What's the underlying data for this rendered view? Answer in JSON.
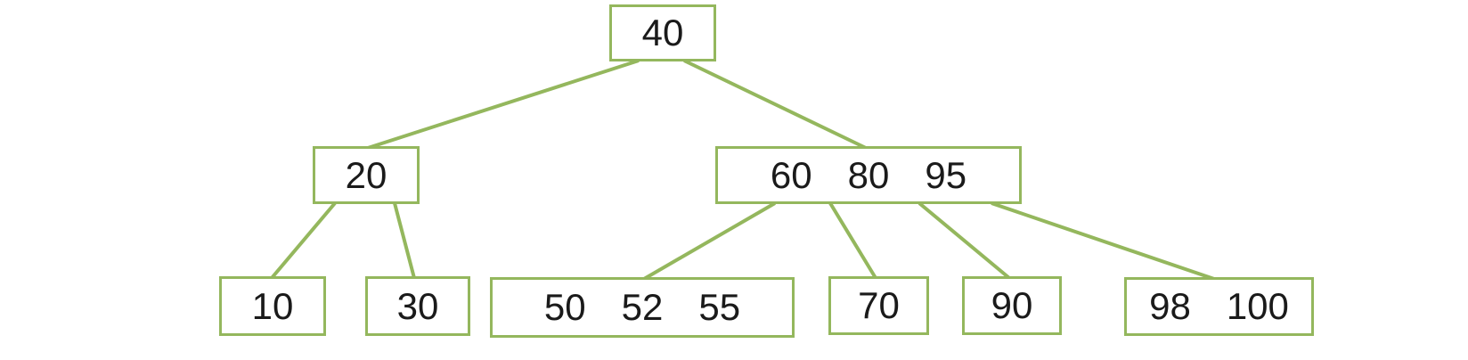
{
  "diagram": {
    "type": "b-tree",
    "background_color": "#ffffff",
    "accent_color": "#94b75d",
    "text_color": "#1a1a1a",
    "nodes": [
      {
        "id": "40",
        "level": 0,
        "keys": [
          "40"
        ]
      },
      {
        "id": "20",
        "level": 1,
        "keys": [
          "20"
        ]
      },
      {
        "id": "60-80-95",
        "level": 1,
        "keys": [
          "60",
          "80",
          "95"
        ]
      },
      {
        "id": "10",
        "level": 2,
        "keys": [
          "10"
        ]
      },
      {
        "id": "30",
        "level": 2,
        "keys": [
          "30"
        ]
      },
      {
        "id": "50-52-55",
        "level": 2,
        "keys": [
          "50",
          "52",
          "55"
        ]
      },
      {
        "id": "70",
        "level": 2,
        "keys": [
          "70"
        ]
      },
      {
        "id": "90",
        "level": 2,
        "keys": [
          "90"
        ]
      },
      {
        "id": "98-100",
        "level": 2,
        "keys": [
          "98",
          "100"
        ]
      }
    ],
    "edges": [
      {
        "from": "40",
        "to": "20"
      },
      {
        "from": "40",
        "to": "60-80-95"
      },
      {
        "from": "20",
        "to": "10"
      },
      {
        "from": "20",
        "to": "30"
      },
      {
        "from": "60-80-95",
        "to": "50-52-55"
      },
      {
        "from": "60-80-95",
        "to": "70"
      },
      {
        "from": "60-80-95",
        "to": "90"
      },
      {
        "from": "60-80-95",
        "to": "98-100"
      }
    ]
  }
}
